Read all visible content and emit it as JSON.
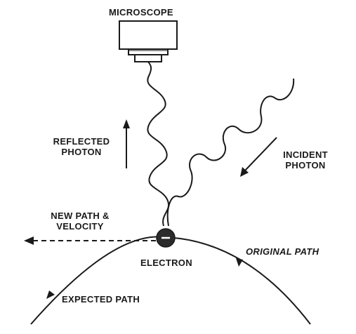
{
  "labels": {
    "microscope": "MICROSCOPE",
    "reflected_line1": "REFLECTED",
    "reflected_line2": "PHOTON",
    "incident_line1": "INCIDENT",
    "incident_line2": "PHOTON",
    "new_path_line1": "NEW PATH &",
    "new_path_line2": "VELOCITY",
    "electron": "ELECTRON",
    "electron_sign": "−",
    "original_path": "ORIGINAL PATH",
    "expected_path": "EXPECTED PATH"
  },
  "colors": {
    "ink": "#1a1a1a",
    "electron_fill": "#2b2b2b",
    "electron_sign": "#ffffff"
  }
}
